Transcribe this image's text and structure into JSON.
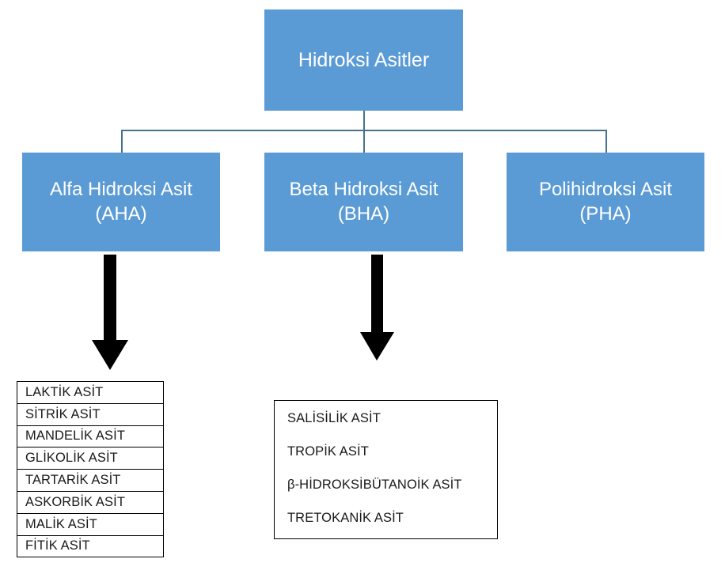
{
  "diagram": {
    "title": "Hidroksi Asitler",
    "colors": {
      "box_fill": "#5b9bd5",
      "box_text": "#ffffff",
      "connector": "#45738f",
      "arrow": "#000000",
      "list_border": "#000000",
      "list_text": "#1a1a1a",
      "background": "#ffffff"
    },
    "root": {
      "label": "Hidroksi Asitler"
    },
    "branches": [
      {
        "label": "Alfa Hidroksi Asit\n(AHA)",
        "name": "Alfa Hidroksi Asit",
        "abbr": "(AHA)"
      },
      {
        "label": "Beta Hidroksi Asit\n(BHA)",
        "name": "Beta Hidroksi Asit",
        "abbr": "(BHA)"
      },
      {
        "label": "Polihidroksi Asit\n(PHA)",
        "name": "Polihidroksi Asit",
        "abbr": "(PHA)"
      }
    ],
    "aha_list": [
      "LAKTİK ASİT",
      "SİTRİK ASİT",
      "MANDELİK ASİT",
      "GLİKOLİK ASİT",
      "TARTARİK ASİT",
      "ASKORBİK ASİT",
      "MALİK ASİT",
      "FİTİK ASİT"
    ],
    "bha_list": [
      "SALİSİLİK ASİT",
      "TROPİK ASİT",
      "β-HİDROKSİBÜTANOİK ASİT",
      "TRETOKANİK ASİT"
    ],
    "arrows": [
      {
        "name": "down-arrow-aha",
        "glyph": "down-arrow-icon"
      },
      {
        "name": "down-arrow-bha",
        "glyph": "down-arrow-icon"
      }
    ]
  }
}
